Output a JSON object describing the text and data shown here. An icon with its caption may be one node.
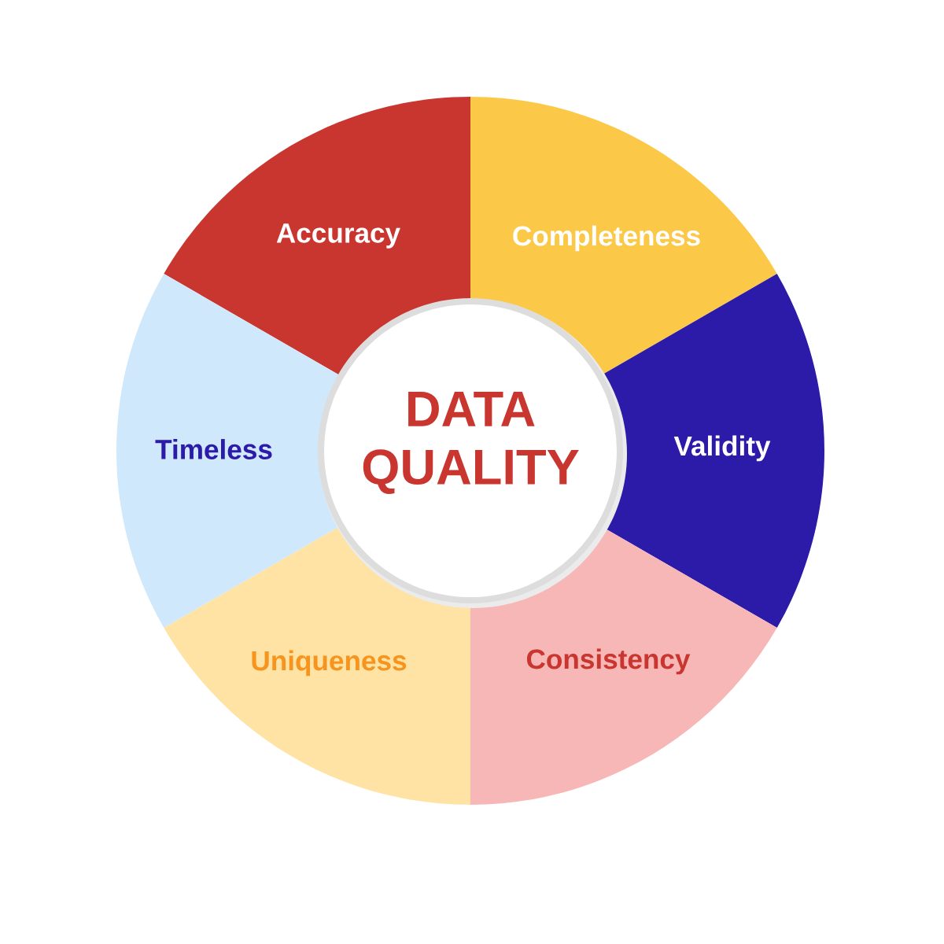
{
  "diagram": {
    "nodes": [
      {
        "text": [
          "DATA QUALITY"
        ]
      },
      {
        "text": [
          "Accuracy"
        ]
      },
      {
        "text": [
          "Completeness"
        ]
      },
      {
        "text": [
          "Validity"
        ]
      },
      {
        "text": [
          "Consistency"
        ]
      },
      {
        "text": [
          "Uniqueness"
        ]
      },
      {
        "text": [
          "Timeless"
        ]
      }
    ]
  }
}
